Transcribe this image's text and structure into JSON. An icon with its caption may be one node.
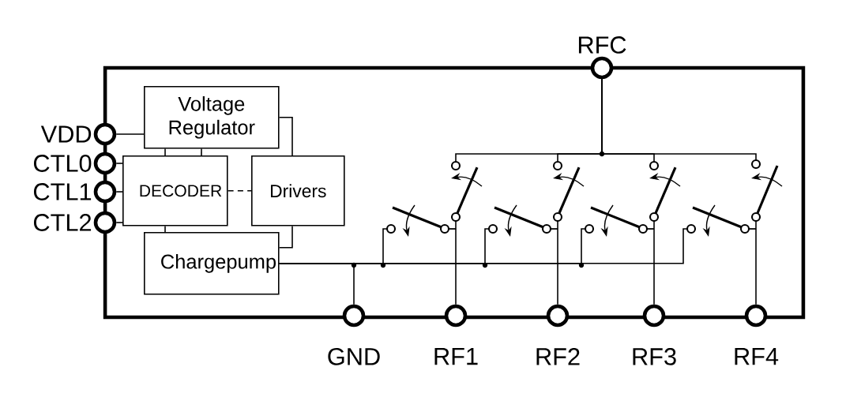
{
  "diagram": {
    "nodes": [
      {
        "text": [],
        "shape": "box"
      },
      {
        "text": [
          "RFC"
        ]
      },
      {
        "text": [
          "VDD"
        ]
      },
      {
        "text": [
          "CTL0"
        ]
      },
      {
        "text": [
          "CTL1"
        ]
      },
      {
        "text": [
          "CTL2"
        ]
      },
      {
        "text": [
          "Voltage Regulator"
        ],
        "in": 0
      },
      {
        "text": [
          "DECODER"
        ],
        "in": 0
      },
      {
        "text": [
          "Drivers"
        ],
        "in": 0
      },
      {
        "text": [
          "Chargepump"
        ],
        "in": 0
      },
      {
        "text": [
          "GND"
        ]
      },
      {
        "text": [
          "RF1"
        ]
      },
      {
        "text": [
          "RF2"
        ]
      },
      {
        "text": [
          "RF3"
        ]
      },
      {
        "text": [
          "RF4"
        ]
      },
      {
        "text": [],
        "shape": "picture",
        "in": 0
      },
      {
        "text": [],
        "shape": "picture",
        "in": 0
      },
      {
        "text": [],
        "shape": "picture",
        "in": 0
      },
      {
        "text": [],
        "shape": "picture",
        "in": 0
      }
    ],
    "edges": [
      {
        "from": 2,
        "to": 6,
        "arrow": "none"
      },
      {
        "from": 3,
        "to": 7,
        "arrow": "none"
      },
      {
        "from": 4,
        "to": 7,
        "arrow": "none"
      },
      {
        "from": 5,
        "to": 7,
        "arrow": "none"
      },
      {
        "from": 6,
        "to": 7,
        "arrow": "none"
      },
      {
        "from": 6,
        "to": 7,
        "arrow": "none"
      },
      {
        "from": 6,
        "to": 8,
        "arrow": "none"
      },
      {
        "from": 7,
        "to": 8,
        "arrow": "none",
        "style": "dashed"
      },
      {
        "from": 7,
        "to": 9,
        "arrow": "none"
      },
      {
        "from": 8,
        "to": 9,
        "arrow": "none"
      },
      {
        "from": 9,
        "to": 10,
        "arrow": "none"
      },
      {
        "from": 9,
        "to": 15,
        "arrow": "none"
      },
      {
        "from": 9,
        "to": 16,
        "arrow": "none"
      },
      {
        "from": 9,
        "to": 17,
        "arrow": "none"
      },
      {
        "from": 9,
        "to": 18,
        "arrow": "none"
      },
      {
        "from": 1,
        "to": 15,
        "arrow": "none"
      },
      {
        "from": 1,
        "to": 16,
        "arrow": "none"
      },
      {
        "from": 1,
        "to": 17,
        "arrow": "none"
      },
      {
        "from": 1,
        "to": 18,
        "arrow": "none"
      },
      {
        "from": 15,
        "to": 11,
        "arrow": "none"
      },
      {
        "from": 16,
        "to": 12,
        "arrow": "none"
      },
      {
        "from": 17,
        "to": 13,
        "arrow": "none"
      },
      {
        "from": 18,
        "to": 14,
        "arrow": "none"
      }
    ]
  }
}
